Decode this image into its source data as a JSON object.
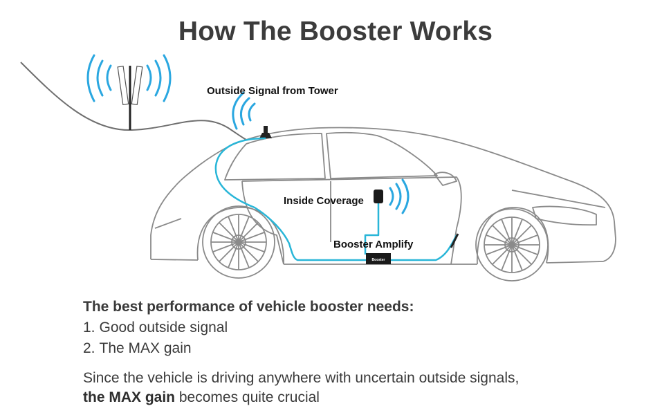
{
  "title": "How The Booster Works",
  "labels": {
    "outside_signal": "Outside Signal from Tower",
    "inside_coverage": "Inside Coverage",
    "booster_amplify": "Booster Amplify",
    "booster_logo_text": "Booster"
  },
  "requirements": {
    "heading": "The best performance of vehicle booster needs:",
    "items": [
      {
        "number": "1.",
        "text": "Good outside signal"
      },
      {
        "number": "2.",
        "text": "The MAX gain"
      }
    ]
  },
  "note": {
    "line1": "Since the vehicle is driving anywhere with uncertain outside signals,",
    "emphasis": "the MAX gain",
    "rest": "becomes quite crucial"
  },
  "colors": {
    "cable": "#29b6d8",
    "signal_waves": "#2aa7e0",
    "outline": "#8a8a8a",
    "text": "#3a3a3a"
  }
}
